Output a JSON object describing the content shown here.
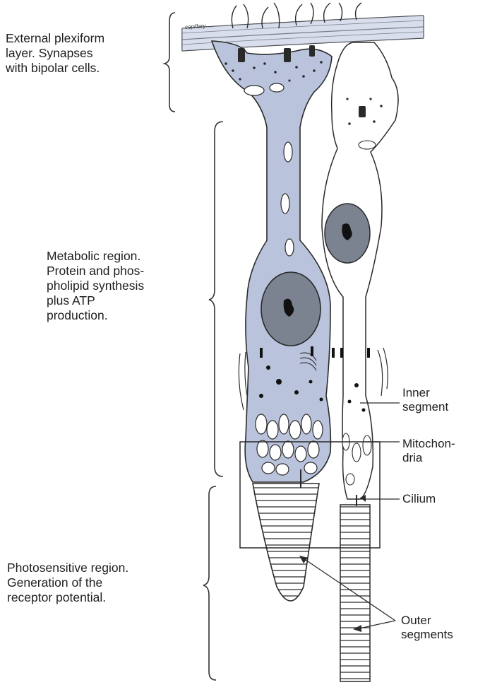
{
  "labels": {
    "external_plexiform": "External plexiform\nlayer. Synapses\nwith bipolar cells.",
    "metabolic_region": "Metabolic region.\nProtein and phos-\npholipid synthesis\nplus ATP\nproduction.",
    "photosensitive_region": "Photosensitive region.\nGeneration of the\nreceptor potential.",
    "inner_segment": "Inner\nsegment",
    "mitochondria": "Mitochon-\ndria",
    "cilium": "Cilium",
    "outer_segments": "Outer\nsegments",
    "fiber_label": "capillary"
  },
  "colors": {
    "cell_fill": "#b9c3dc",
    "outline": "#2a2a2a",
    "background": "#ffffff"
  }
}
